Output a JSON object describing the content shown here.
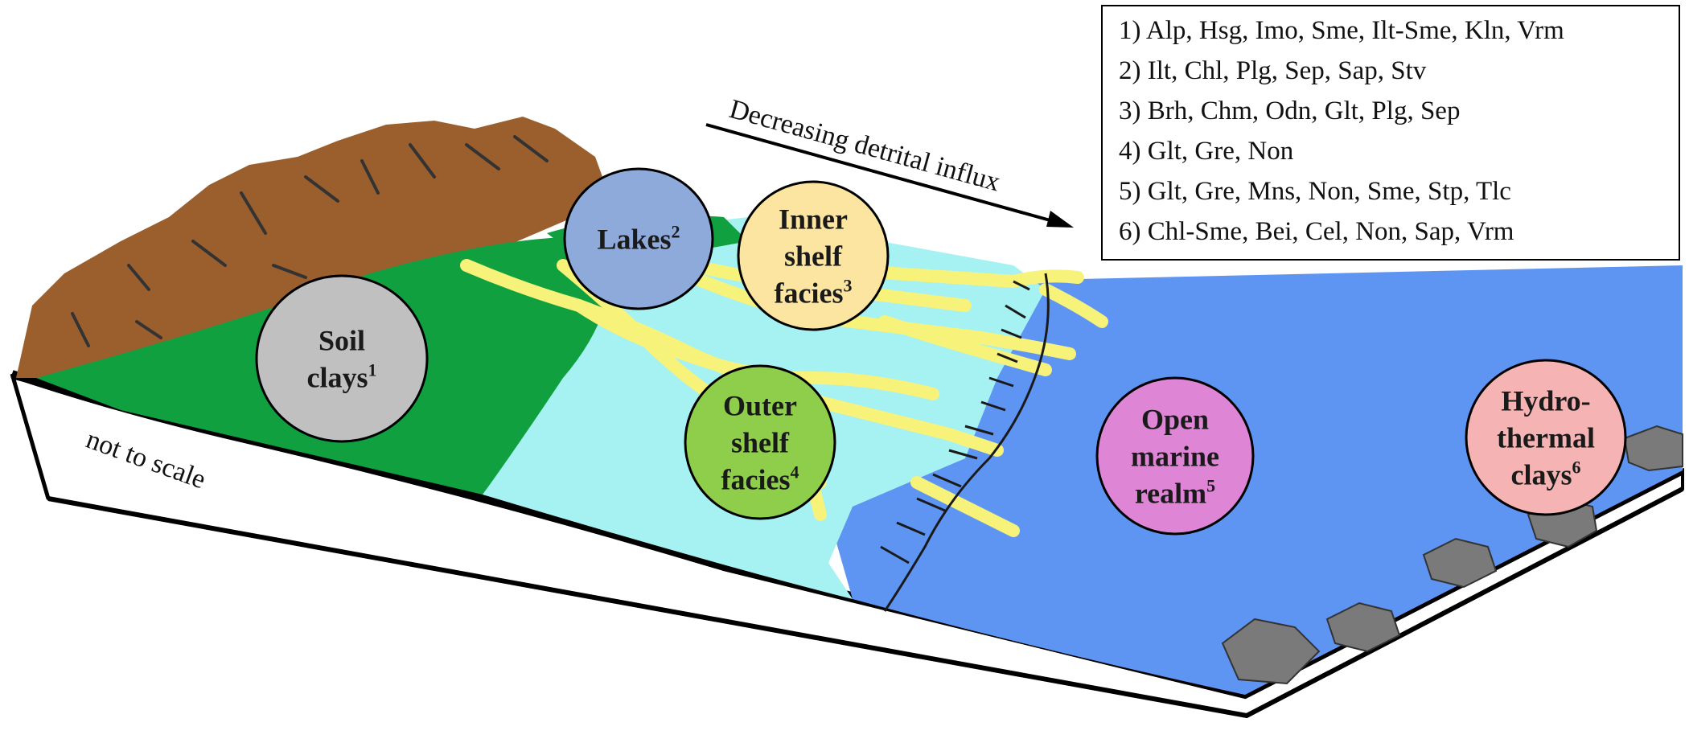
{
  "diagram": {
    "arrow_label": "Decreasing detrital influx",
    "scale_note": "not to scale",
    "nodes": [
      {
        "id": "soil",
        "lines": [
          "Soil",
          "clays"
        ],
        "sup": "1",
        "color": "#c0c0c0"
      },
      {
        "id": "lakes",
        "lines": [
          "Lakes"
        ],
        "sup": "2",
        "color": "#8eaadb"
      },
      {
        "id": "inner",
        "lines": [
          "Inner",
          "shelf",
          "facies"
        ],
        "sup": "3",
        "color": "#fce5a0"
      },
      {
        "id": "outer",
        "lines": [
          "Outer",
          "shelf",
          "facies"
        ],
        "sup": "4",
        "color": "#8fce4a"
      },
      {
        "id": "open",
        "lines": [
          "Open",
          "marine",
          "realm"
        ],
        "sup": "5",
        "color": "#de85d6"
      },
      {
        "id": "hydro",
        "lines": [
          "Hydro-",
          "thermal",
          "clays"
        ],
        "sup": "6",
        "color": "#f6b3b3"
      }
    ],
    "legend": [
      "1) Alp, Hsg, Imo, Sme, Ilt-Sme, Kln, Vrm",
      "2) Ilt, Chl, Plg, Sep, Sap, Stv",
      "3) Brh, Chm, Odn, Glt, Plg, Sep",
      "4) Glt, Gre, Non",
      "5) Glt, Gre, Mns, Non, Sme, Stp, Tlc",
      "6) Chl-Sme, Bei, Cel, Non, Sap, Vrm"
    ],
    "colors": {
      "mountain": "#9b5f2e",
      "land": "#10a040",
      "shelf": "#a6f2f2",
      "ocean": "#5f95f2",
      "river": "#f6f27a",
      "vent": "#7a7a7a"
    }
  }
}
